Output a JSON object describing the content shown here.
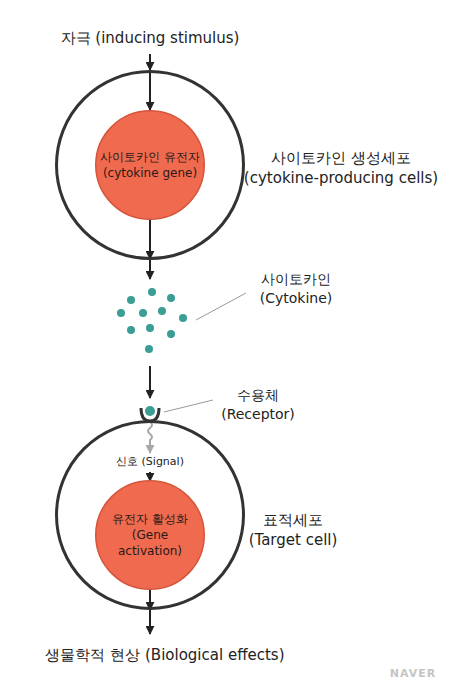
{
  "diagram": {
    "nodes": [
      {
        "text": [
          "사이토카인 생성세포 (cytokine-producing cells)"
        ]
      },
      {
        "text": [
          "사이토카인 유전자 (cytokine gene)"
        ],
        "in": 0
      },
      {
        "text": [
          "표적세포 (Target cell)"
        ]
      },
      {
        "text": [
          "유전자 활성화 (Gene activation)"
        ],
        "in": 2
      }
    ],
    "labels": [
      "자극 (inducing stimulus)",
      "사이토카인 (Cytokine)",
      "수용체 (Receptor)",
      "신호 (Signal)",
      "생물학적 현상 (Biological effects)",
      "NAVER"
    ]
  }
}
